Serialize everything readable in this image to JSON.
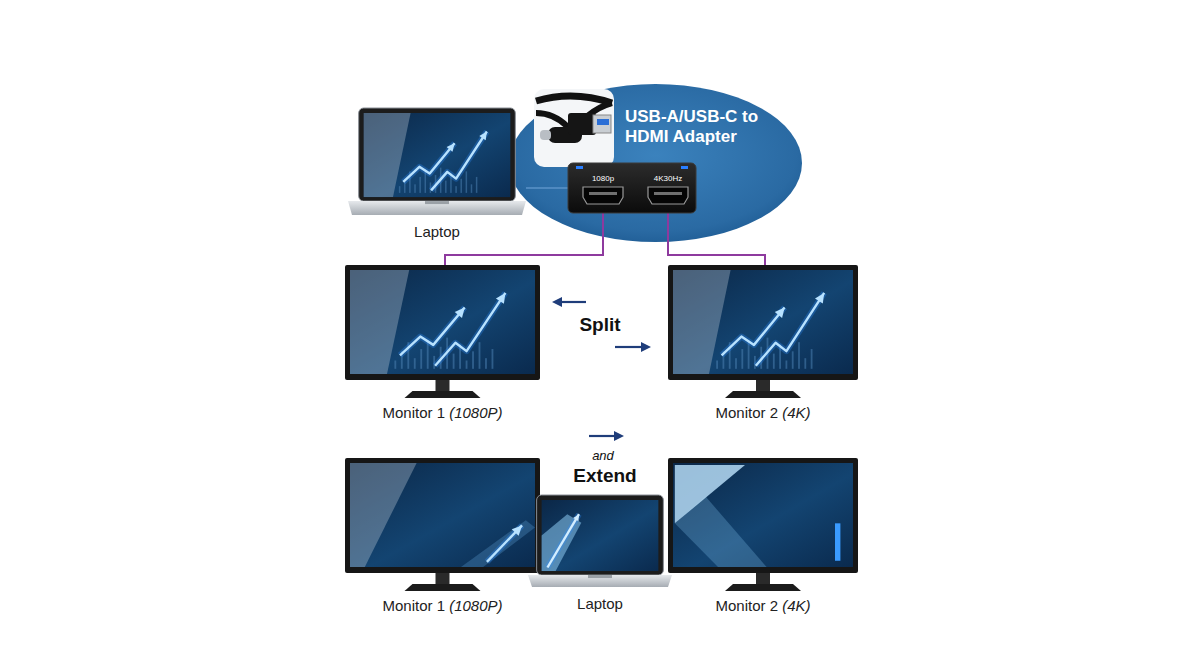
{
  "diagram": {
    "nodes": [
      {
        "text": [
          "Laptop"
        ]
      },
      {
        "text": [
          "USB-A/USB-C to HDMI Adapter"
        ]
      },
      {
        "text": [
          "1080p",
          "4K30Hz"
        ]
      },
      {
        "text": [
          "Monitor 1 (1080P)"
        ]
      },
      {
        "text": [
          "Monitor 2 (4K)"
        ]
      },
      {
        "text": [
          "Monitor 1 (1080P)"
        ]
      },
      {
        "text": [
          "Laptop"
        ]
      },
      {
        "text": [
          "Monitor 2 (4K)"
        ]
      }
    ],
    "edges": [
      {
        "from": 0,
        "to": 2,
        "arrow": "none"
      },
      {
        "from": 2,
        "to": 3,
        "arrow": "none"
      },
      {
        "from": 2,
        "to": 4,
        "arrow": "none"
      }
    ],
    "labels": [
      "Split",
      "and",
      "Extend"
    ]
  }
}
